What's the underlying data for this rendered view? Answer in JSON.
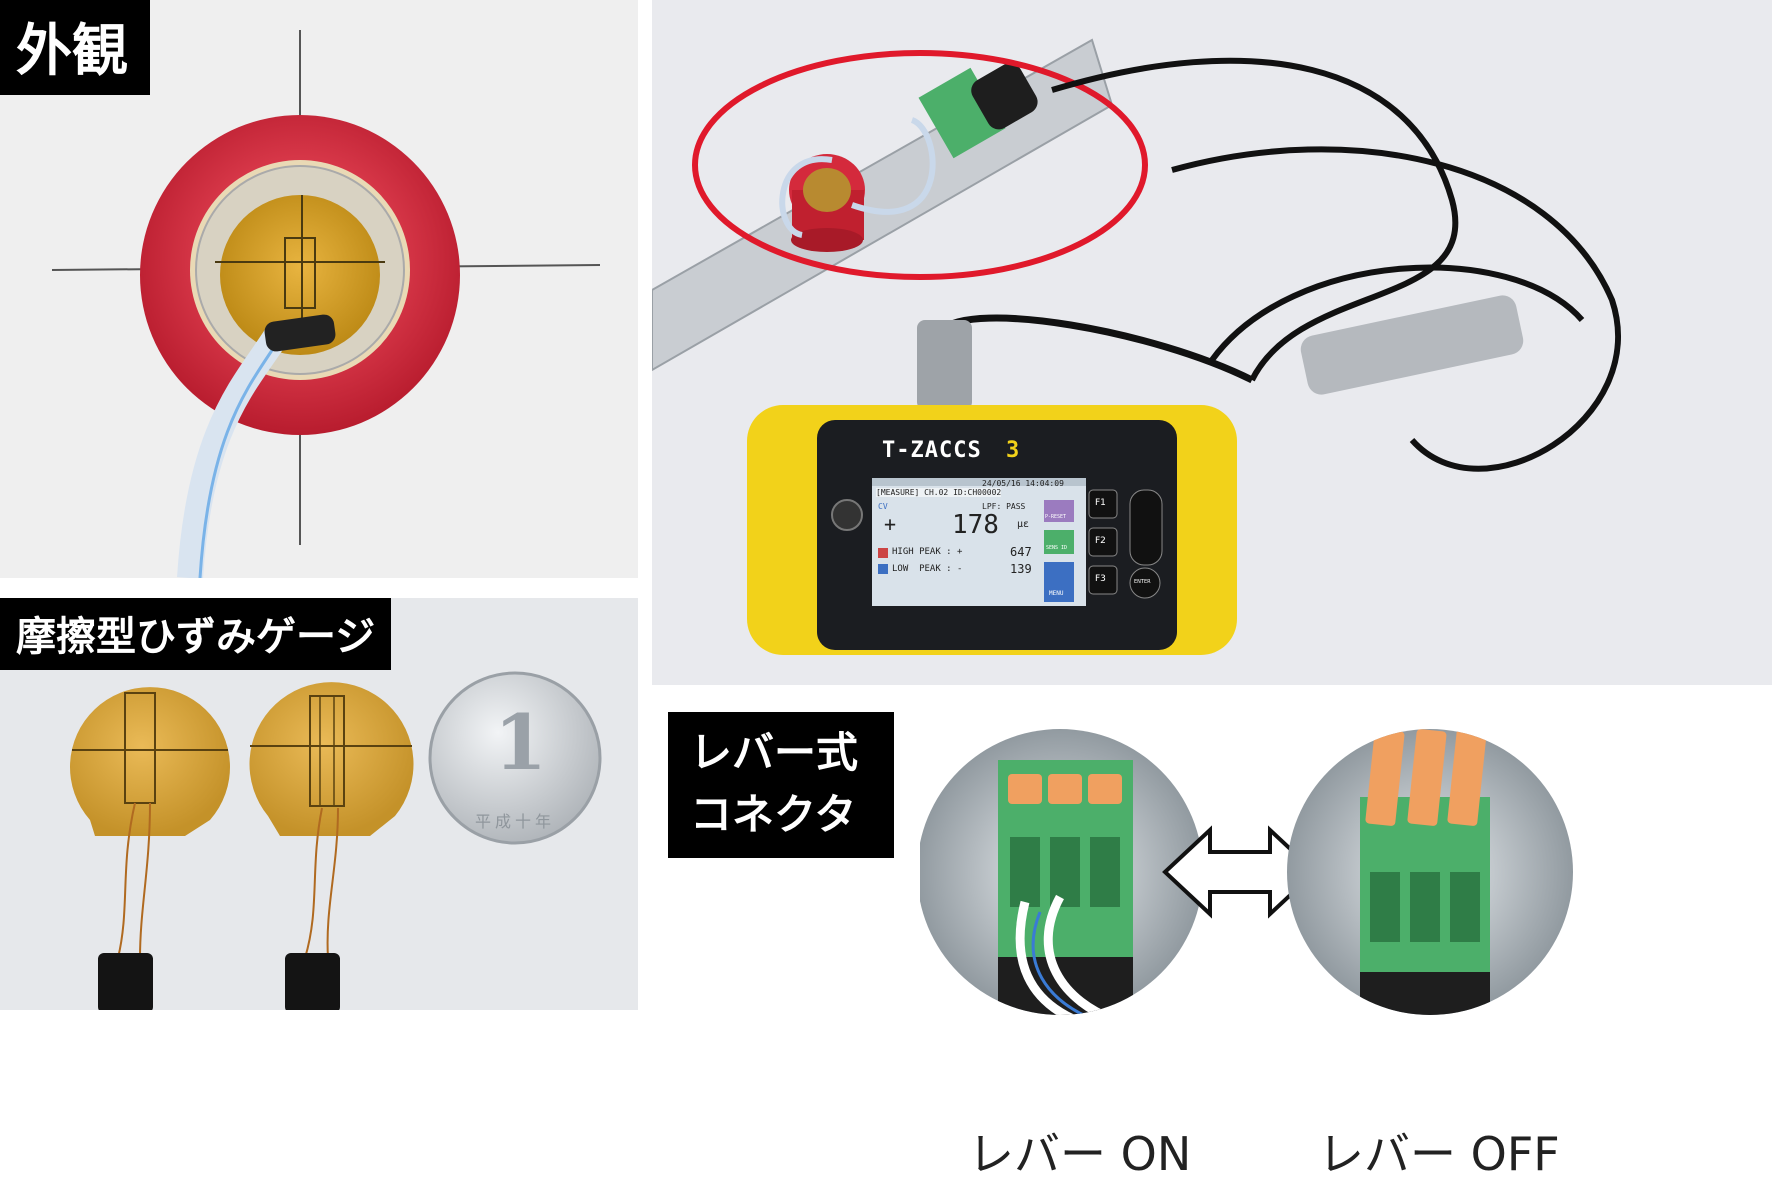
{
  "labels": {
    "appearance": "外観",
    "friction_gauge": "摩擦型ひずみゲージ",
    "lever_connector_line1": "レバー式",
    "lever_connector_line2": "コネクタ"
  },
  "captions": {
    "lever_on": "レバー ON",
    "lever_off": "レバー OFF"
  },
  "device": {
    "brand": "T-ZACCS",
    "model_number": "3",
    "datetime": "24/05/16 14:04:09",
    "status_line": "[MEASURE] CH.02 ID:CH00002",
    "mode": "CV",
    "lpf": "LPF: PASS",
    "sign": "+",
    "value": "178",
    "unit": "με",
    "high_peak_label": "HIGH PEAK : +",
    "high_peak_value": "647",
    "low_peak_label": "LOW  PEAK : -",
    "low_peak_value": "139",
    "soft_keys": [
      "P-RESET",
      "SENS ID",
      "MENU"
    ],
    "buttons": {
      "f1": "F1",
      "f2": "F2",
      "f3": "F3",
      "enter": "ENTER"
    }
  },
  "coin": {
    "numeral": "1",
    "inscription": "平成十年"
  },
  "colors": {
    "red_ring": "#d42a3c",
    "device_yellow": "#f2d21a",
    "connector_green": "#4caf6a",
    "lever_orange": "#f0a060",
    "gauge_amber": "#d9a020"
  }
}
